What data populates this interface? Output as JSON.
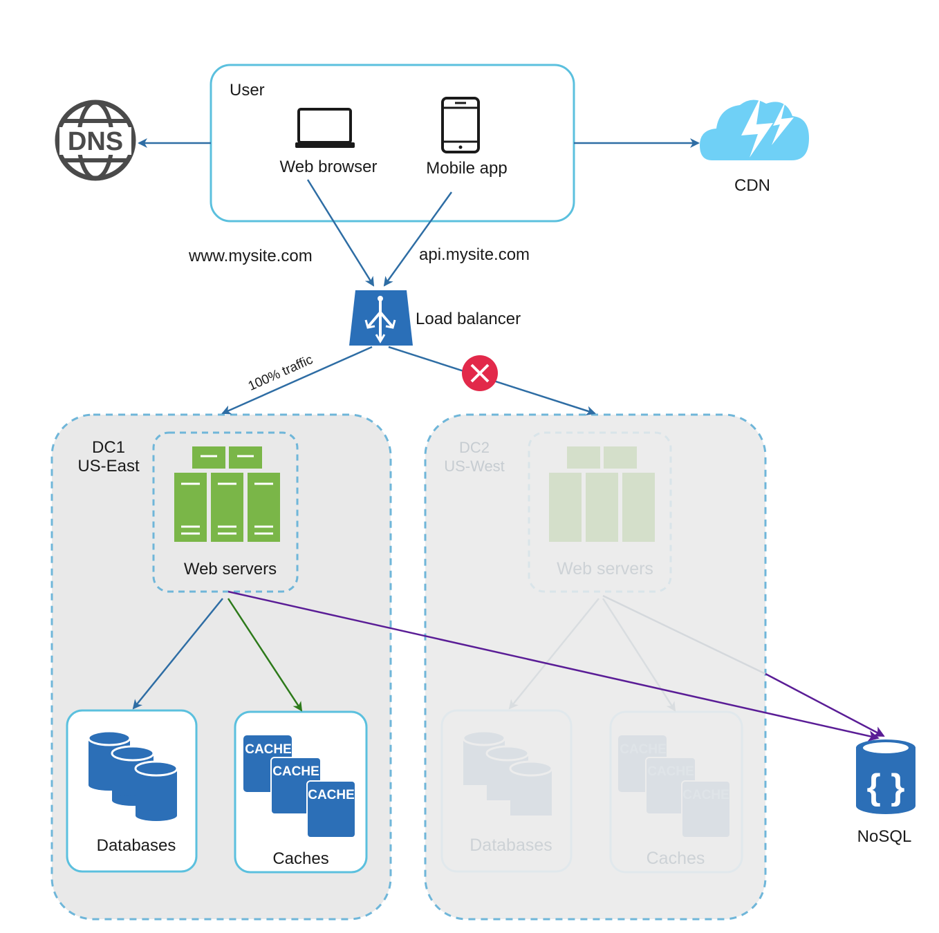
{
  "user_box": {
    "label": "User",
    "web_browser": "Web browser",
    "mobile_app": "Mobile app"
  },
  "dns": {
    "label": "DNS"
  },
  "cdn": {
    "label": "CDN"
  },
  "urls": {
    "web": "www.mysite.com",
    "api": "api.mysite.com"
  },
  "load_balancer": {
    "label": "Load balancer"
  },
  "traffic_label": "100% traffic",
  "dc1": {
    "name_line1": "DC1",
    "name_line2": "US-East",
    "web_servers": "Web servers",
    "databases": "Databases",
    "caches": "Caches",
    "cache_labels": [
      "CACHE",
      "CACHE",
      "CACHE"
    ]
  },
  "dc2": {
    "name_line1": "DC2",
    "name_line2": "US-West",
    "web_servers": "Web servers",
    "databases": "Databases",
    "caches": "Caches",
    "cache_labels": [
      "CACHE",
      "CACHE",
      "CACHE"
    ],
    "status": "offline"
  },
  "nosql": {
    "label": "NoSQL",
    "glyph": "{ }"
  },
  "colors": {
    "arrow_blue": "#2e6da4",
    "user_border": "#5bc0de",
    "dc_border": "#6fb6d9",
    "dc_fill": "#e8e8e8",
    "server_green": "#7ab648",
    "db_blue": "#2c6fb7",
    "cdn_blue": "#6fd0f6",
    "error_red": "#e2294a",
    "arrow_green": "#2d7a1a",
    "arrow_purple": "#5a1d96"
  }
}
